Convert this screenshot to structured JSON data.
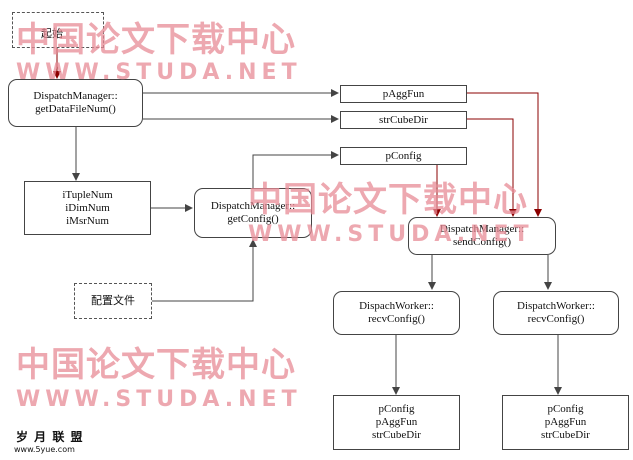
{
  "nodes": {
    "start": "起始",
    "dm_getdata": [
      "DispatchManager::",
      "getDataFileNum()"
    ],
    "p_aggfun_top": "pAggFun",
    "strcubedir_top": "strCubeDir",
    "pconfig_top": "pConfig",
    "params": [
      "iTupleNum",
      "iDimNum",
      "iMsrNum"
    ],
    "dm_getconfig": [
      "DispatchManager::",
      "getConfig()"
    ],
    "dm_sendconfig": [
      "DispatchManager::",
      "sendConfig()"
    ],
    "config_file": "配置文件",
    "worker1": [
      "DispachWorker::",
      "recvConfig()"
    ],
    "worker2": [
      "DispatchWorker::",
      "recvConfig()"
    ],
    "worker1_data": [
      "pConfig",
      "pAggFun",
      "strCubeDir"
    ],
    "worker2_data": [
      "pConfig",
      "pAggFun",
      "strCubeDir"
    ]
  },
  "watermark": {
    "cn": "中国论文下载中心",
    "en": "WWW.STUDA.NET"
  },
  "logo": {
    "cn": "岁 月 联 盟",
    "url": "www.5yue.com"
  },
  "colors": {
    "watermark": "#e88b96",
    "arrow_dark": "#8b0000",
    "line": "#444444"
  }
}
